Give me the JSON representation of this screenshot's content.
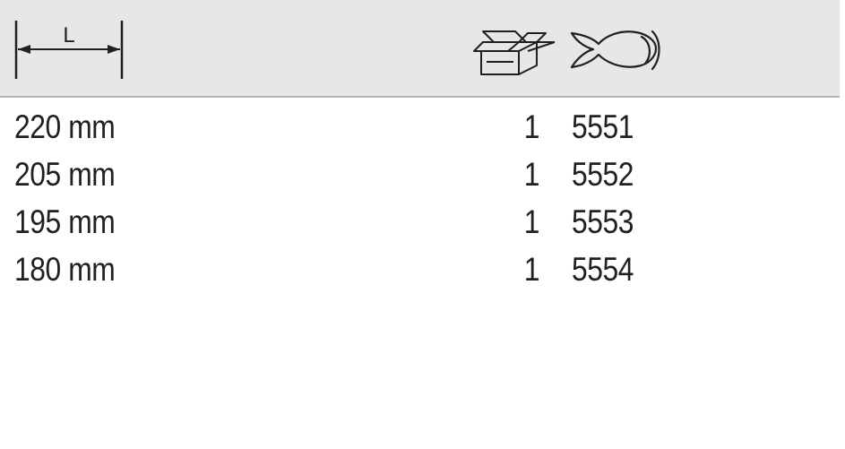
{
  "header": {
    "length_symbol": "L",
    "length_icon": "length-dimension-icon",
    "pack_icon": "open-box-icon",
    "article_icon": "fish-icon"
  },
  "rows": [
    {
      "length": "220 mm",
      "qty": "1",
      "code": "5551"
    },
    {
      "length": "205 mm",
      "qty": "1",
      "code": "5552"
    },
    {
      "length": "195 mm",
      "qty": "1",
      "code": "5553"
    },
    {
      "length": "180 mm",
      "qty": "1",
      "code": "5554"
    }
  ],
  "colors": {
    "header_bg": "#e6e7e8",
    "text": "#231f20",
    "rule": "#b3b3b3"
  }
}
